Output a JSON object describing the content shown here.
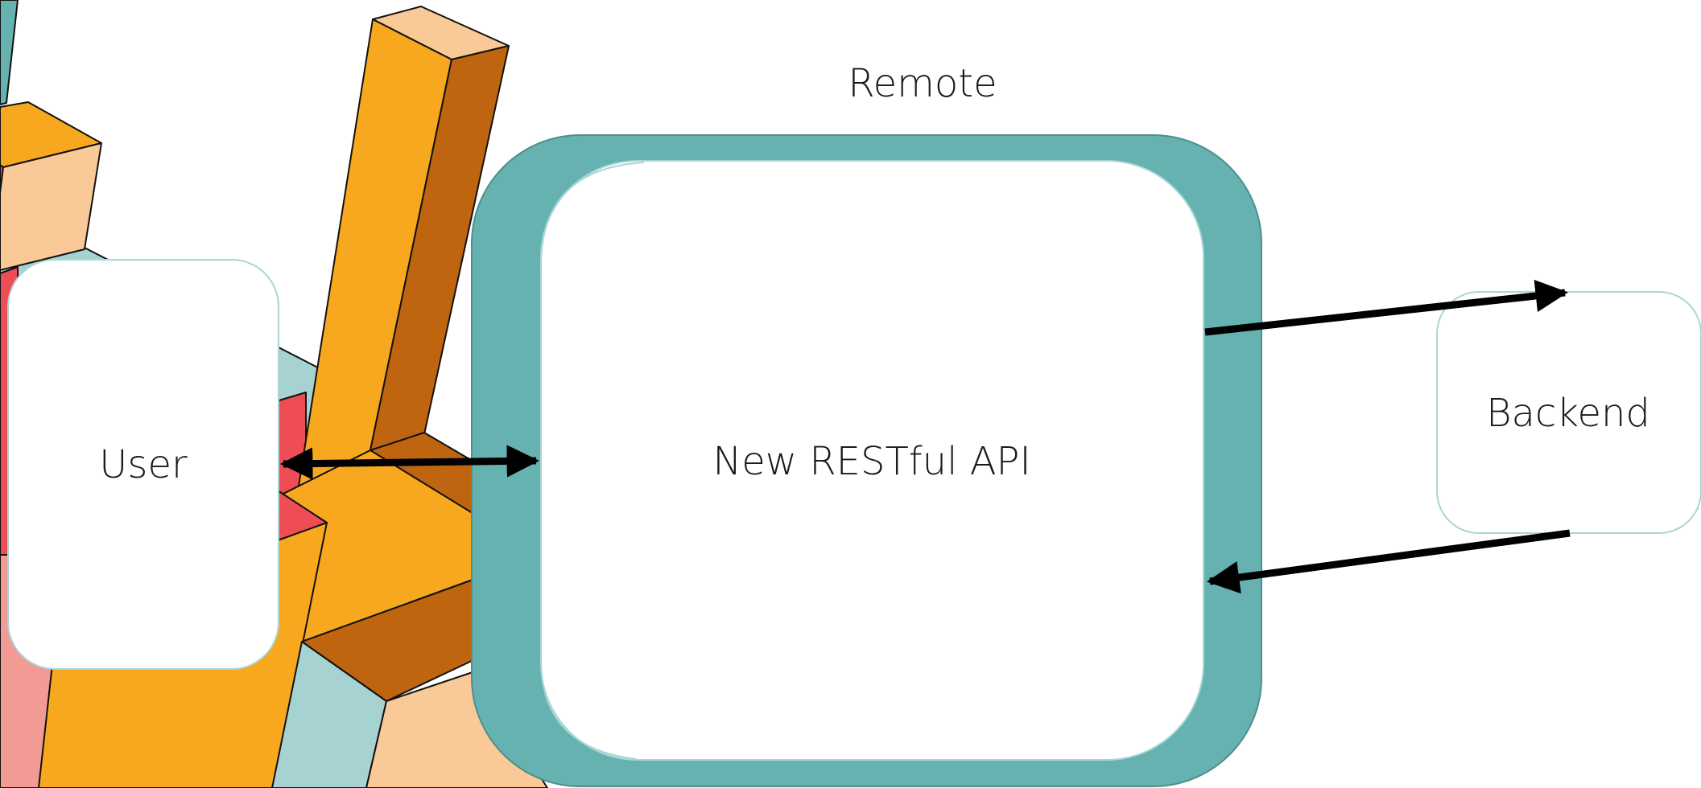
{
  "labels": {
    "remote": "Remote",
    "api": "New RESTful API",
    "user": "User",
    "backend": "Backend"
  },
  "colors": {
    "background": "#ffffff",
    "remote_frame": "#66b2b0",
    "box_border": "#a9d6d5",
    "arrow": "#000000",
    "orange": "#f8a81f",
    "dark_orange": "#bf650f",
    "light_peach": "#f9c997",
    "teal_light": "#a6d3d1",
    "red": "#ef4d55",
    "pink": "#f19b94"
  }
}
